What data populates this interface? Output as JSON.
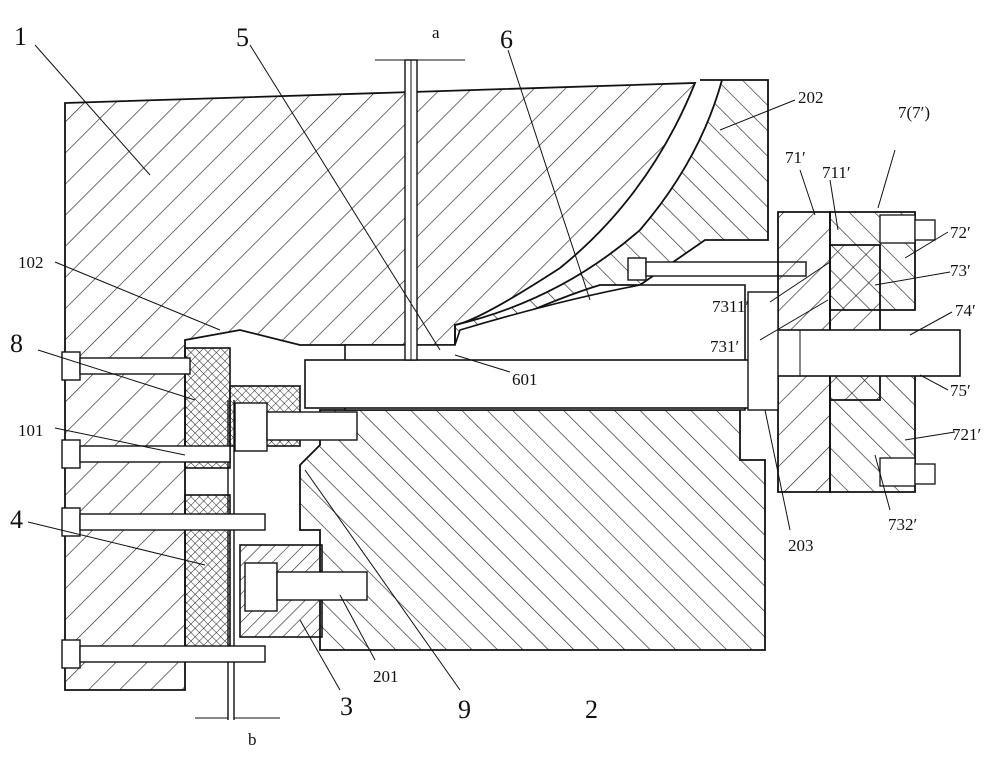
{
  "labels": {
    "p1": "1",
    "p5": "5",
    "a": "a",
    "p6": "6",
    "p202": "202",
    "p7": "7(7′)",
    "p71": "71′",
    "p711": "711′",
    "p72": "72′",
    "p73": "73′",
    "p7311": "7311′",
    "p74": "74′",
    "p731": "731′",
    "p75": "75′",
    "p721": "721′",
    "p732": "732′",
    "p203": "203",
    "p102": "102",
    "p8": "8",
    "p601": "601",
    "p101": "101",
    "p4": "4",
    "p201": "201",
    "p3": "3",
    "p9": "9",
    "p2": "2",
    "b": "b"
  }
}
